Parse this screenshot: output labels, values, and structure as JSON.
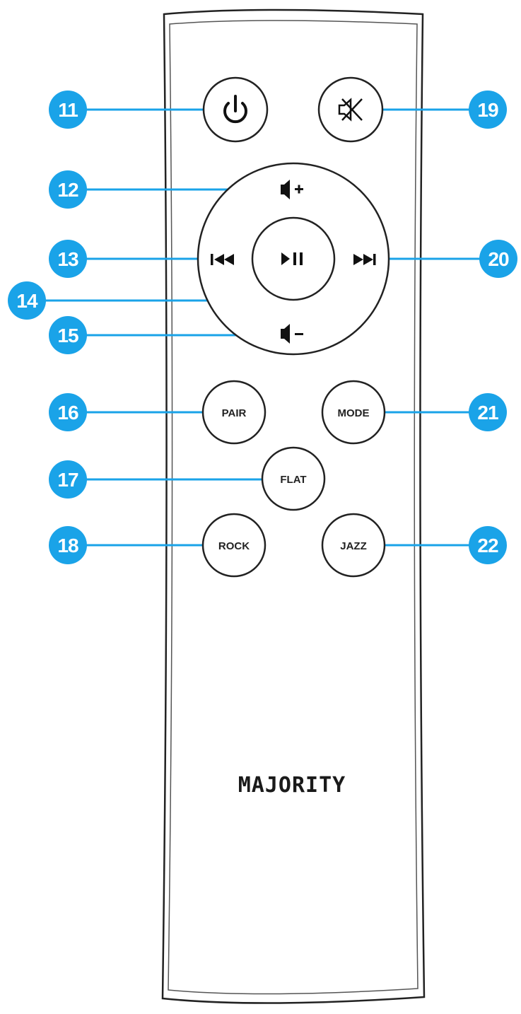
{
  "brand": "MAJORITY",
  "accent_color": "#1aa3e8",
  "buttons": {
    "power_icon": "power-icon",
    "mute_icon": "mute-icon",
    "volume_up_icon": "volume-up-icon",
    "previous_icon": "previous-track-icon",
    "play_pause_icon": "play-pause-icon",
    "next_icon": "next-track-icon",
    "volume_down_icon": "volume-down-icon",
    "pair": "PAIR",
    "mode": "MODE",
    "flat": "FLAT",
    "rock": "ROCK",
    "jazz": "JAZZ"
  },
  "callouts": {
    "power": "11",
    "volume_up": "12",
    "previous": "13",
    "play_pause": "14",
    "volume_down": "15",
    "pair": "16",
    "flat": "17",
    "rock": "18",
    "mute": "19",
    "next": "20",
    "mode": "21",
    "jazz": "22"
  }
}
